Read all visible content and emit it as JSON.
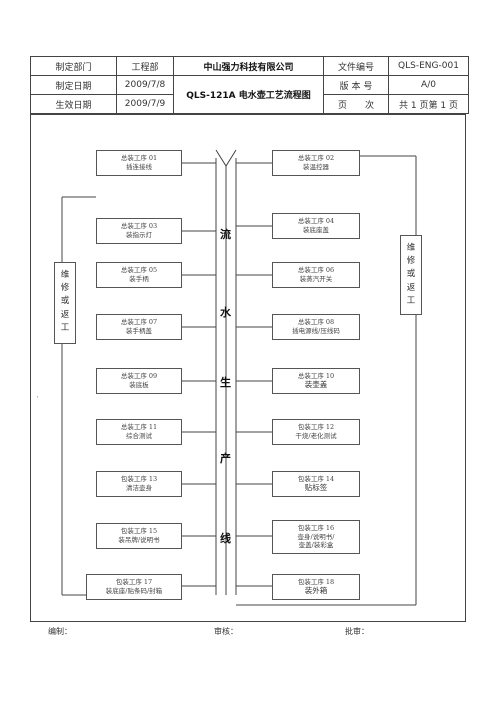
{
  "header": {
    "r1": [
      "制定部门",
      "工程部",
      "中山强力科技有限公司",
      "文件编号",
      "QLS-ENG-001"
    ],
    "r2": [
      "制定日期",
      "2009/7/8",
      "QLS-121A 电水壶工艺流程图",
      "版 本 号",
      "A/0"
    ],
    "r3": [
      "生效日期",
      "2009/7/9",
      "页　　次",
      "共 1 页第 1 页"
    ]
  },
  "pipeline": [
    "流",
    "水",
    "生",
    "产",
    "线"
  ],
  "repair": [
    "维",
    "修",
    "或",
    "返",
    "工"
  ],
  "left_steps": [
    [
      "总装工序 01",
      "插连接线"
    ],
    [
      "总装工序 03",
      "装指示灯"
    ],
    [
      "总装工序 05",
      "装手柄"
    ],
    [
      "总装工序 07",
      "装手柄盖"
    ],
    [
      "总装工序 09",
      "装底板"
    ],
    [
      "总装工序 11",
      "综合测试"
    ],
    [
      "包装工序 13",
      "清洁壶身"
    ],
    [
      "包装工序 15",
      "装吊牌/说明书"
    ],
    [
      "包装工序 17",
      "装底座/贴条码/封箱"
    ]
  ],
  "right_steps": [
    [
      "总装工序 02",
      "装温控器"
    ],
    [
      "总装工序 04",
      "装底座盖"
    ],
    [
      "总装工序 06",
      "装蒸汽开关"
    ],
    [
      "总装工序 08",
      "插电源线/压线码"
    ],
    [
      "总装工序 10",
      "装壶盖"
    ],
    [
      "包装工序 12",
      "干烧/老化测试"
    ],
    [
      "包装工序 14",
      "贴标签"
    ],
    [
      "包装工序 16",
      "壶身/说明书/",
      "壶盖/装彩盒"
    ],
    [
      "包装工序 18",
      "装外箱"
    ]
  ],
  "stray_mark": "`",
  "footer": {
    "prepared": "编制：",
    "reviewed": "审核：",
    "approved": "批审："
  }
}
